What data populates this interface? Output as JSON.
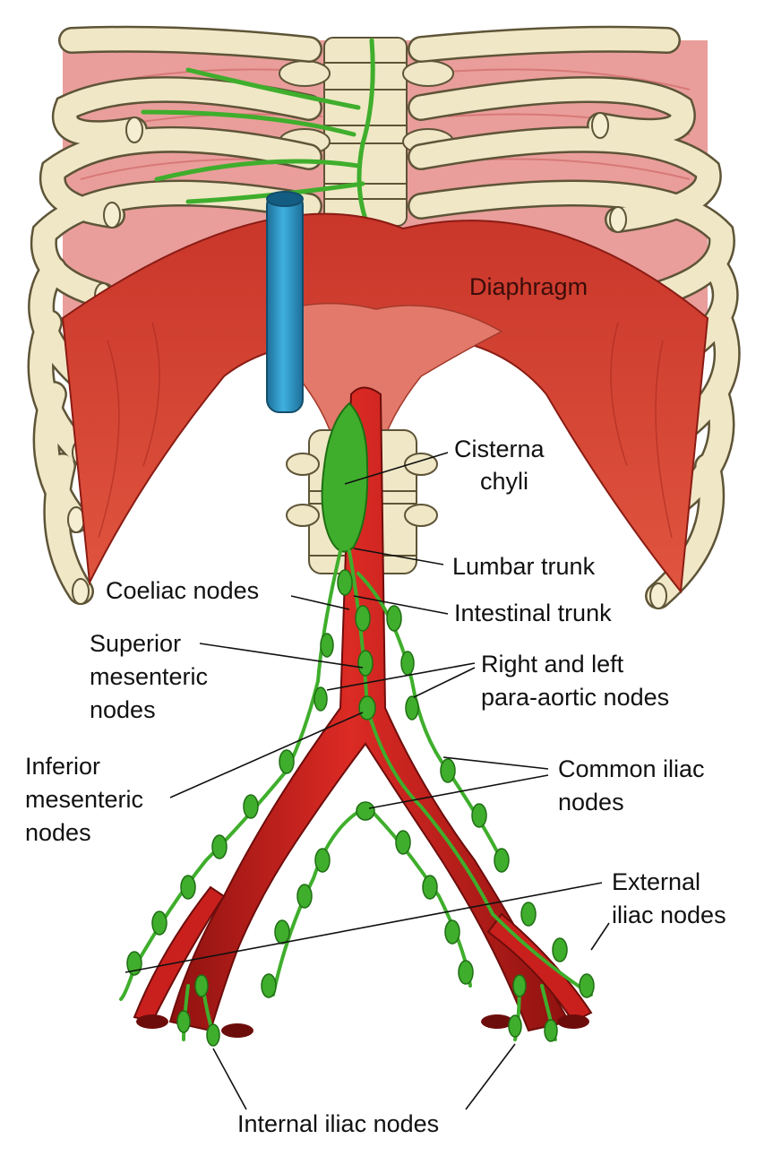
{
  "labels": {
    "diaphragm": "Diaphragm",
    "cisterna_1": "Cisterna",
    "cisterna_2": "chyli",
    "lumbar_trunk": "Lumbar trunk",
    "coeliac": "Coeliac nodes",
    "intestinal_trunk": "Intestinal trunk",
    "superior_1": "Superior",
    "superior_2": "mesenteric",
    "superior_3": "nodes",
    "para_aortic_1": "Right and left",
    "para_aortic_2": "para-aortic nodes",
    "inferior_1": "Inferior",
    "inferior_2": "mesenteric",
    "inferior_3": "nodes",
    "common_iliac_1": "Common iliac",
    "common_iliac_2": "nodes",
    "external_iliac_1": "External",
    "external_iliac_2": "iliac nodes",
    "internal_iliac": "Internal iliac nodes"
  },
  "colors": {
    "rib": "#efe7c6",
    "rib_outline": "#5e5437",
    "intercostal": "#e89a98",
    "diaphragm": "#d8402f",
    "aorta": "#c9201d",
    "vena_cava": "#2c95c9",
    "lymph": "#3fae2c"
  }
}
